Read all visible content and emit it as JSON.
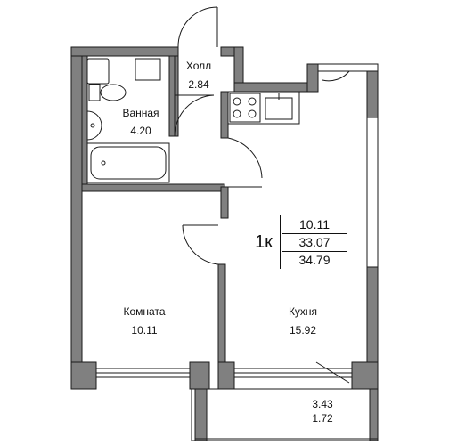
{
  "rooms": {
    "hall": {
      "name": "Холл",
      "area": "2.84"
    },
    "bathroom": {
      "name": "Ванная",
      "area": "4.20"
    },
    "room": {
      "name": "Комната",
      "area": "10.11"
    },
    "kitchen": {
      "name": "Кухня",
      "area": "15.92"
    },
    "balcony": {
      "area_total": "3.43",
      "area_reduced": "1.72"
    }
  },
  "summary": {
    "type": "1к",
    "living_area": "10.11",
    "total_area": "33.07",
    "total_with_balcony": "34.79"
  },
  "colors": {
    "wall_fill": "#808080",
    "wall_stroke": "#1a1a1a",
    "line": "#111111"
  }
}
